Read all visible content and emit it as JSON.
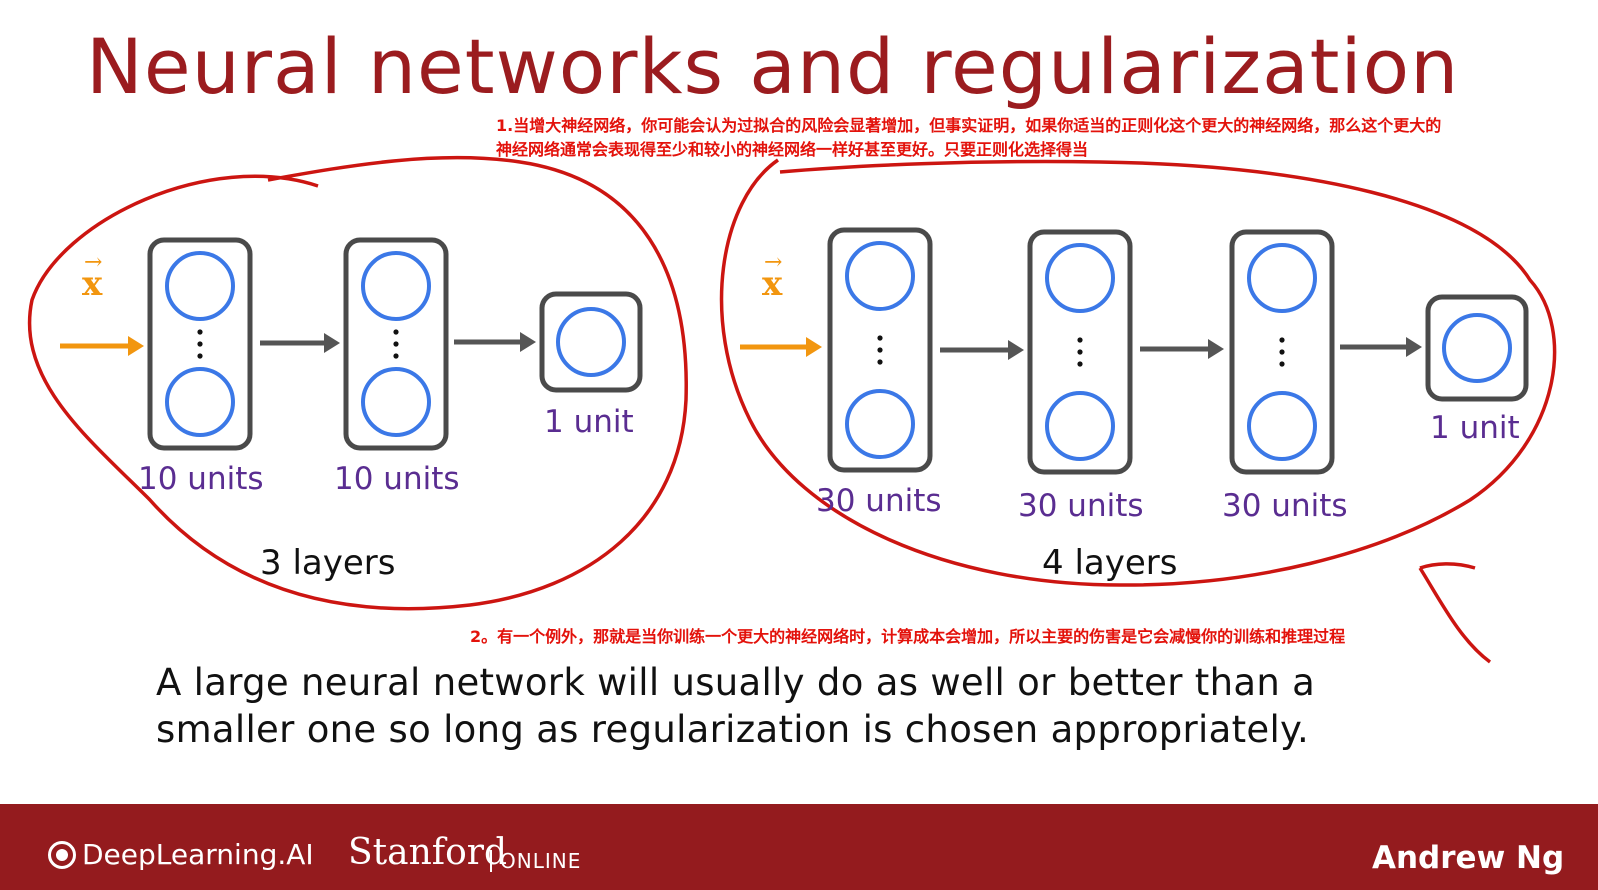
{
  "slide": {
    "title": "Neural networks and regularization",
    "caption_line1": "A large neural network will usually do as well or better than a",
    "caption_line2": "smaller one so long as regularization is chosen appropriately."
  },
  "annotations": {
    "note1_line1": "1.当增大神经网络，你可能会认为过拟合的风险会显著增加，但事实证明，如果你适当的正则化这个更大的神经网络，那么这个更大的",
    "note1_line2": "神经网络通常会表现得至少和较小的神经网络一样好甚至更好。只要正则化选择得当",
    "note2": "2。有一个例外，那就是当你训练一个更大的神经网络时，计算成本会增加，所以主要的伤害是它会减慢你的训练和推理过程"
  },
  "small_network": {
    "input": "x",
    "layers": [
      {
        "label": "10 units"
      },
      {
        "label": "10 units"
      },
      {
        "label": "1 unit"
      }
    ],
    "caption": "3 layers"
  },
  "large_network": {
    "input": "x",
    "layers": [
      {
        "label": "30 units"
      },
      {
        "label": "30 units"
      },
      {
        "label": "30 units"
      },
      {
        "label": "1 unit"
      }
    ],
    "caption": "4 layers"
  },
  "footer": {
    "logo_text": "DeepLearning.AI",
    "partner": "Stanford",
    "partner_suffix": "ONLINE",
    "author": "Andrew Ng"
  },
  "colors": {
    "title": "#9b1c1f",
    "footer_bg": "#941b1e",
    "annotation": "#e3120b",
    "input_arrow": "#f2960f",
    "neuron": "#3b78e7",
    "unit_label": "#5a2d91"
  }
}
